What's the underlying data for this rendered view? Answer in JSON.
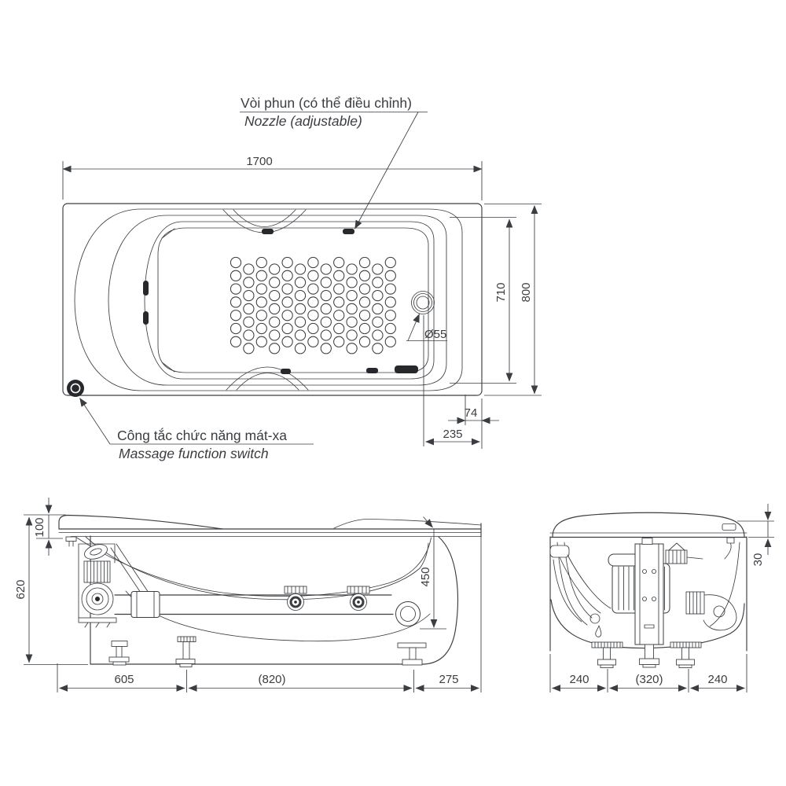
{
  "page": {
    "background": "#ffffff",
    "line_color": "#3a3d41"
  },
  "annotations": {
    "nozzle": {
      "vi": "Vòi phun (có thể điều chỉnh)",
      "en": "Nozzle (adjustable)"
    },
    "massage_switch": {
      "vi": "Công tắc chức năng mát-xa",
      "en": "Massage function switch"
    }
  },
  "plan_view": {
    "dims": {
      "length": "1700",
      "overall_width": "800",
      "inner_width": "710",
      "drain_diameter": "Ø55",
      "drain_offset": "74",
      "drain_position": "235"
    }
  },
  "side_view": {
    "dims": {
      "overall_height": "620",
      "rim_height": "100",
      "depth": "450",
      "span_left": "605",
      "span_center": "(820)",
      "span_right": "275"
    }
  },
  "end_view": {
    "dims": {
      "rim_thickness": "30",
      "span_left": "240",
      "span_center": "(320)",
      "span_right": "240"
    }
  }
}
